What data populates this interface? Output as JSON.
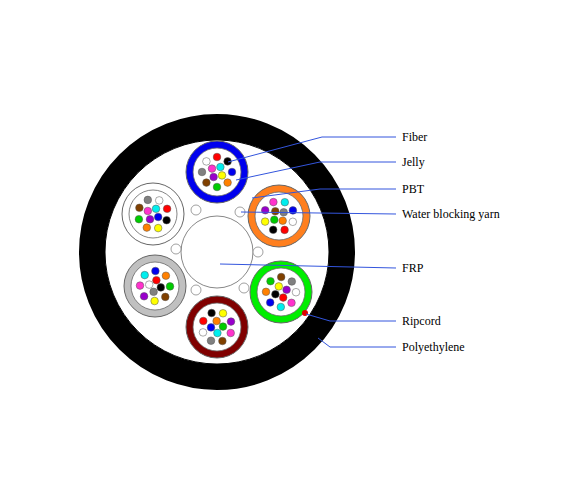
{
  "diagram": {
    "labels": [
      "Fiber",
      "Jelly",
      "PBT",
      "Water blocking yarn",
      "FRP",
      "Ripcord",
      "Polyethylene"
    ]
  }
}
